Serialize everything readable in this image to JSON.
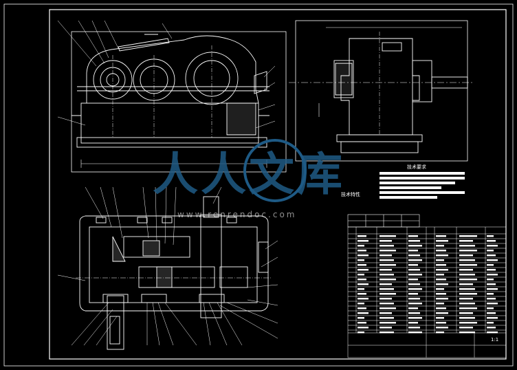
{
  "watermark": {
    "text_cn": "人人文库",
    "text_url": "www.renrendoc.com"
  },
  "title_block": {
    "tech_requirements": "技术要求",
    "tech_features": "技术特性",
    "scale": "1:1"
  },
  "colors": {
    "background": "#000000",
    "lines": "#ffffff",
    "watermark": "#1e5a85"
  }
}
